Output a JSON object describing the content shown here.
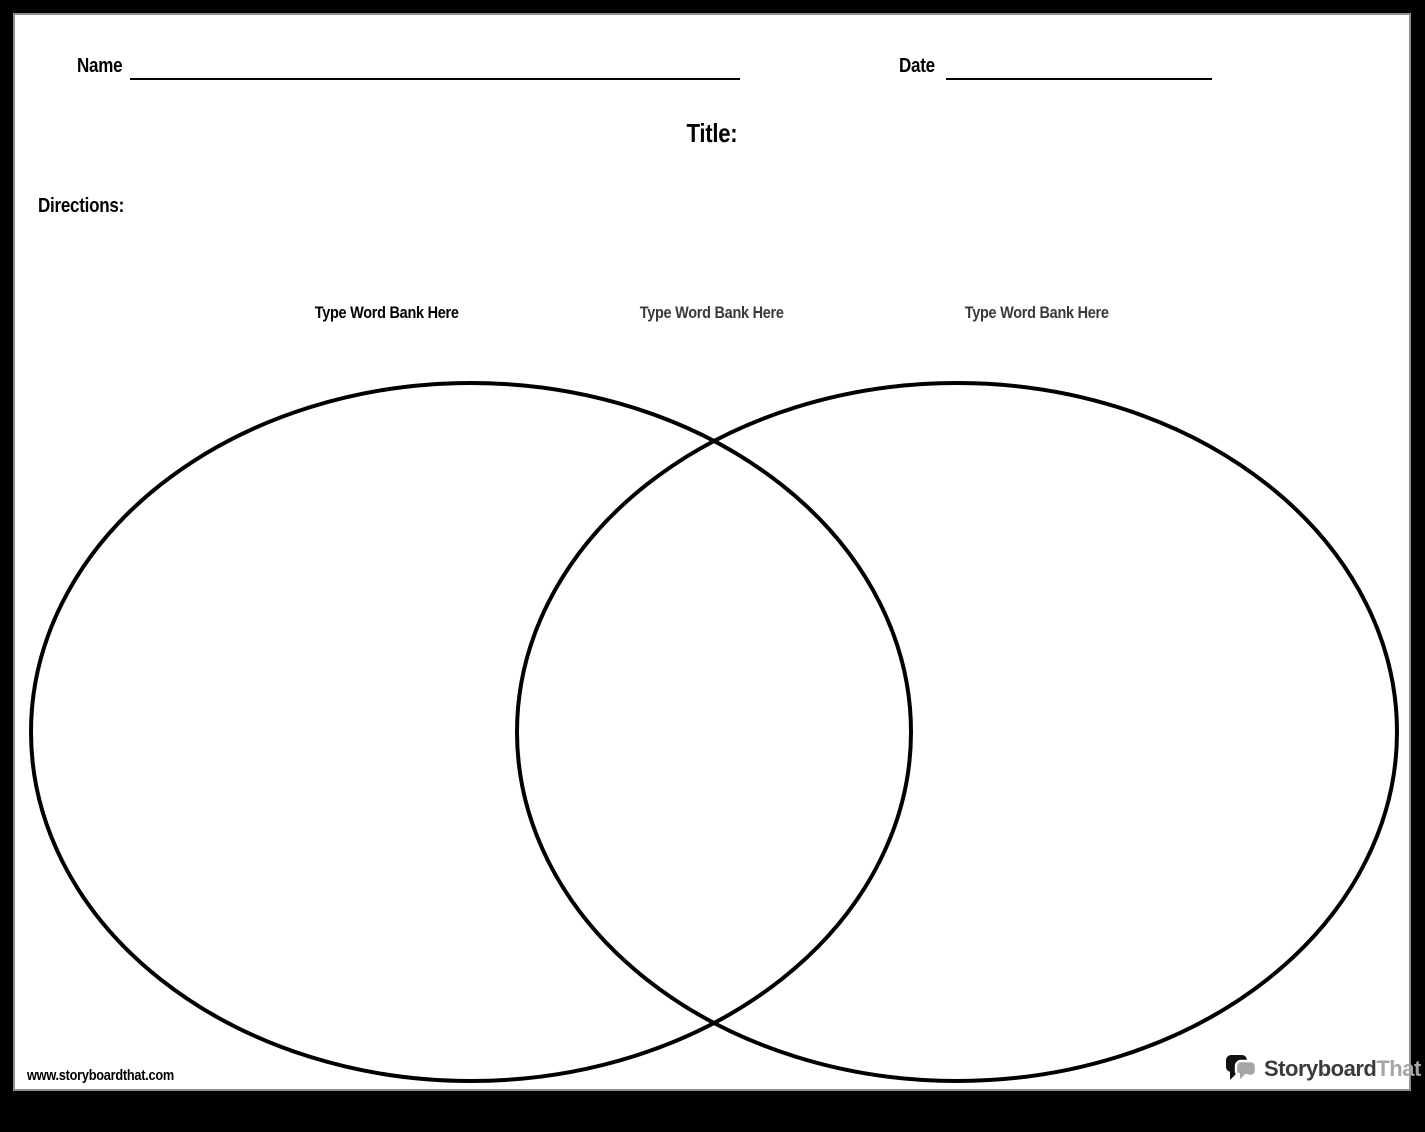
{
  "header": {
    "name_label": "Name",
    "date_label": "Date",
    "title_label": "Title:",
    "directions_label": "Directions:"
  },
  "word_bank": {
    "left_label": "Type Word Bank Here",
    "middle_label": "Type Word Bank Here",
    "right_label": "Type Word Bank Here"
  },
  "footer": {
    "website": "www.storyboardthat.com",
    "logo": {
      "part1": "Storyboard",
      "part2": "That"
    }
  },
  "colors": {
    "frame": "#000000",
    "page_background": "#ffffff",
    "page_edge": "#8f8f8f",
    "text_black": "#000000",
    "word_bank_gray": "#3a3a3a",
    "logo_dark": "#3b3b3b",
    "logo_light": "#a6a6a6",
    "venn_stroke": "#000000"
  },
  "diagram": {
    "type": "venn",
    "sets": 2,
    "regions": [
      "left",
      "overlap",
      "right"
    ]
  }
}
